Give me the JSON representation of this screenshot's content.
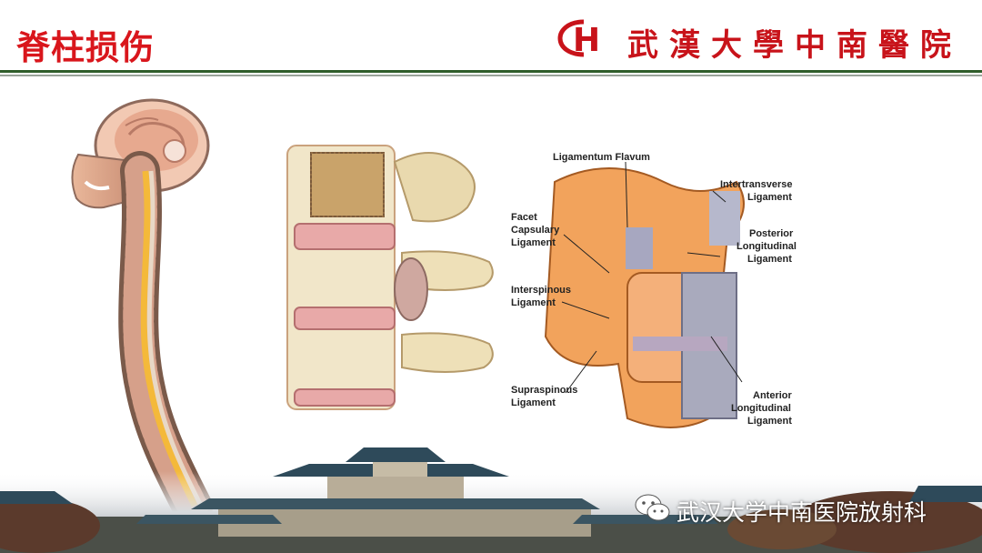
{
  "header": {
    "title": "脊柱损伤",
    "logo_mark": "H",
    "logo_name": "武漢大學中南醫院"
  },
  "figure": {
    "labels": {
      "ligamentum_flavum": "Ligamentum Flavum",
      "intertransverse_1": "Intertransverse",
      "intertransverse_2": "Ligament",
      "facet_1": "Facet",
      "facet_2": "Capsulary",
      "facet_3": "Ligament",
      "posterior_1": "Posterior",
      "posterior_2": "Longitudinal",
      "posterior_3": "Ligament",
      "interspinous_1": "Interspinous",
      "interspinous_2": "Ligament",
      "supraspinous_1": "Supraspinous",
      "supraspinous_2": "Ligament",
      "anterior_1": "Anterior",
      "anterior_2": "Longitudinal",
      "anterior_3": "Ligament"
    }
  },
  "footer": {
    "wechat_text": "武汉大学中南医院放射科"
  },
  "colors": {
    "title_red": "#d9161c",
    "logo_red": "#c8131a",
    "rule_green": "#2f5d2a"
  }
}
